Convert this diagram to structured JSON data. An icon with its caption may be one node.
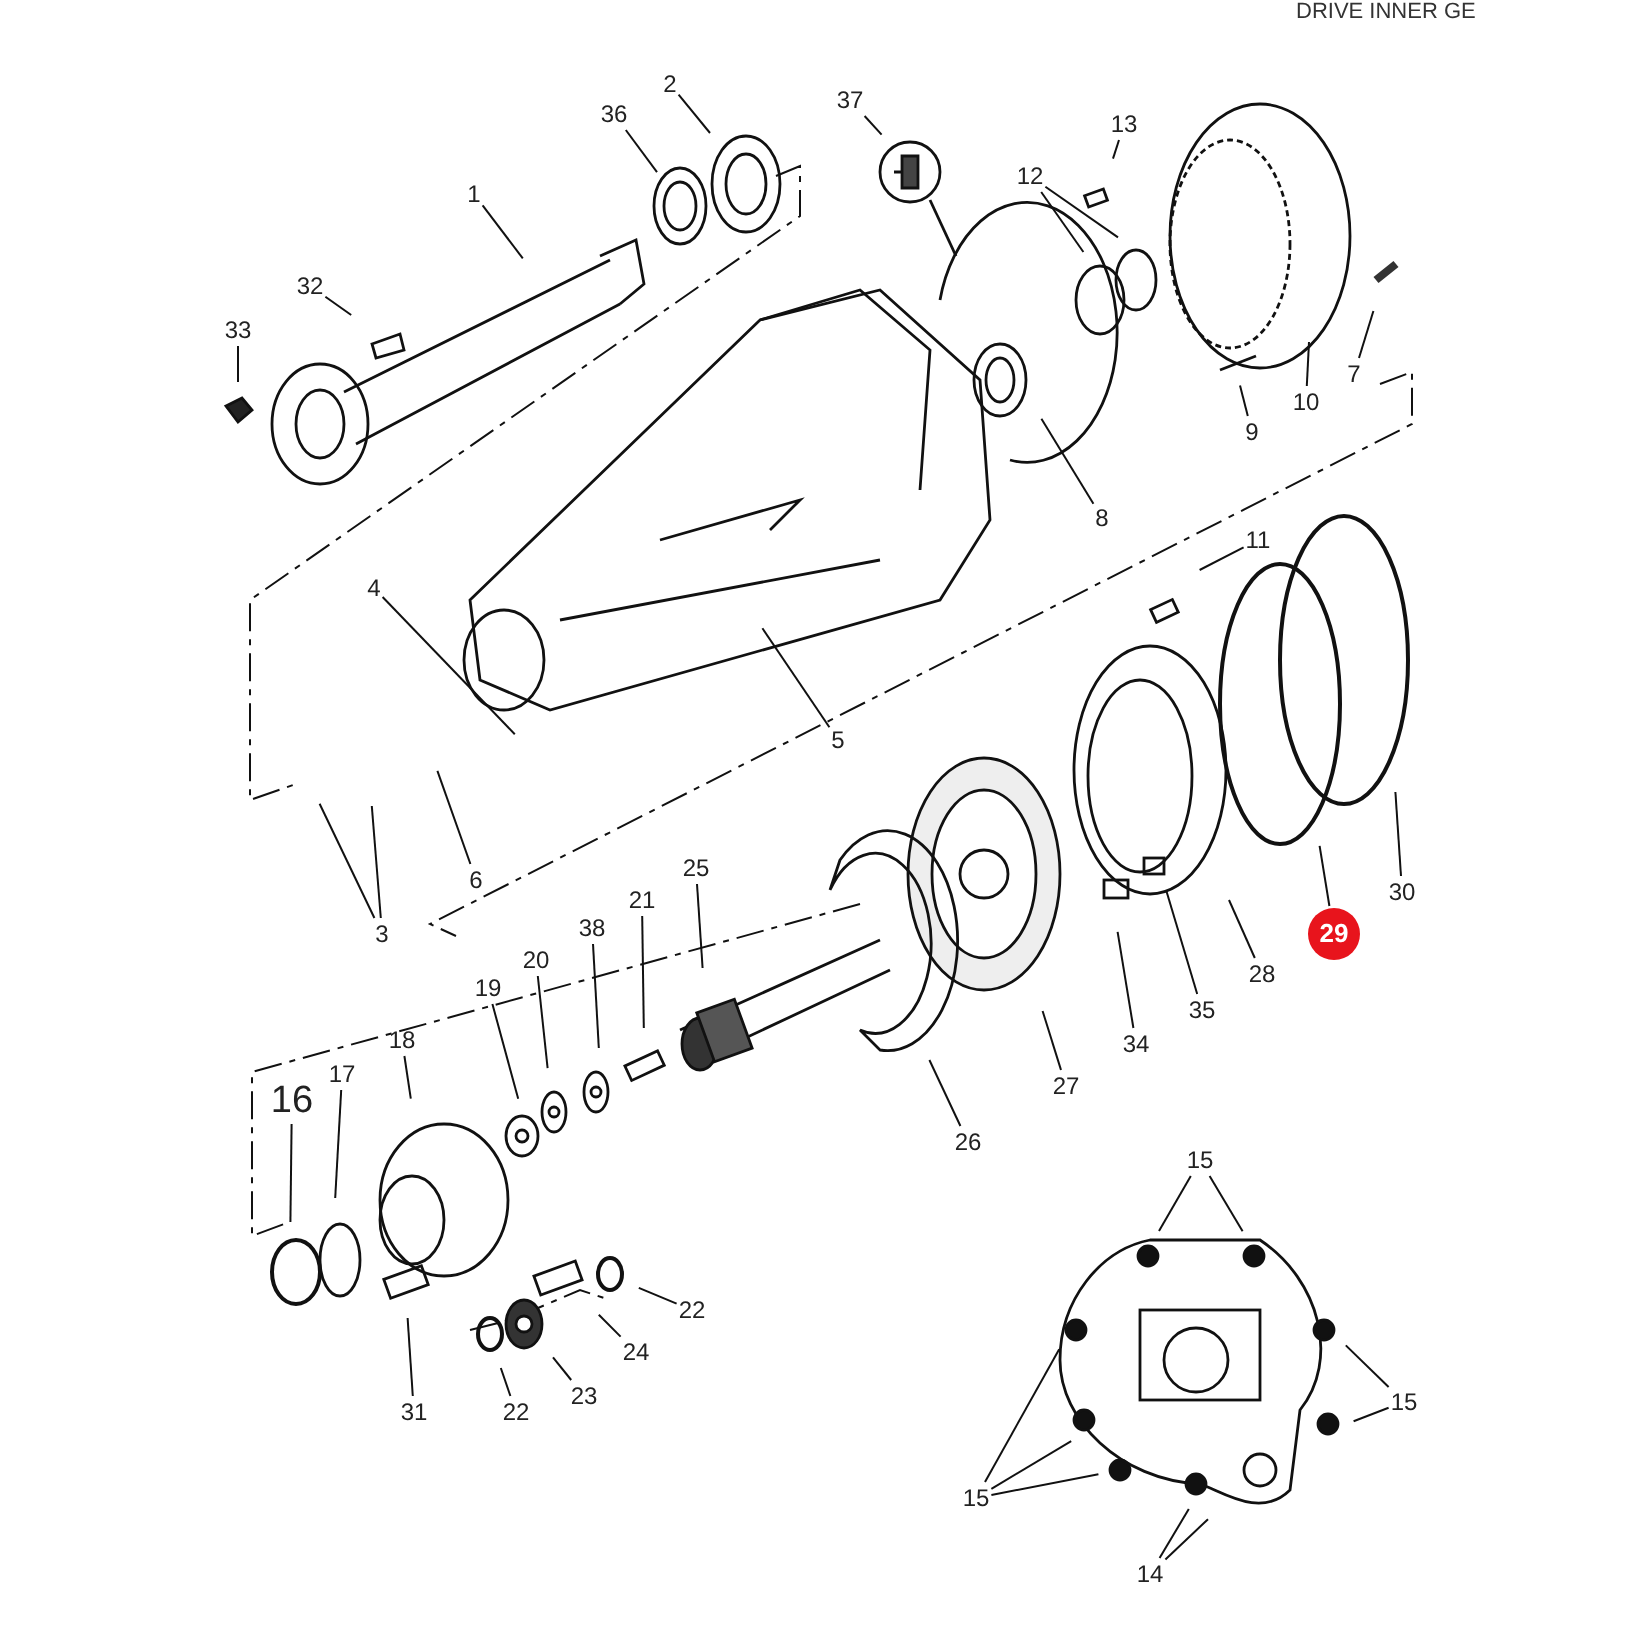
{
  "diagram": {
    "nodes": [
      {
        "text": [
          "37"
        ]
      },
      {
        "text": [
          "2"
        ]
      },
      {
        "text": [
          "36"
        ]
      },
      {
        "text": [
          "13"
        ]
      },
      {
        "text": [
          "12"
        ]
      },
      {
        "text": [
          "1"
        ]
      },
      {
        "text": [
          "32"
        ]
      },
      {
        "text": [
          "33"
        ]
      },
      {
        "text": [
          "7"
        ]
      },
      {
        "text": [
          "10"
        ]
      },
      {
        "text": [
          "9"
        ]
      },
      {
        "text": [
          "8"
        ]
      },
      {
        "text": [
          "11"
        ]
      },
      {
        "text": [
          "4"
        ]
      },
      {
        "text": [
          "5"
        ]
      },
      {
        "text": [
          "6"
        ]
      },
      {
        "text": [
          "25"
        ]
      },
      {
        "text": [
          "30"
        ]
      },
      {
        "text": [
          "21"
        ]
      },
      {
        "text": [
          "38"
        ]
      },
      {
        "text": [
          "3"
        ]
      },
      {
        "text": [
          "29"
        ]
      },
      {
        "text": [
          "20"
        ]
      },
      {
        "text": [
          "28"
        ]
      },
      {
        "text": [
          "19"
        ]
      },
      {
        "text": [
          "35"
        ]
      },
      {
        "text": [
          "18"
        ]
      },
      {
        "text": [
          "34"
        ]
      },
      {
        "text": [
          "17"
        ]
      },
      {
        "text": [
          "27"
        ]
      },
      {
        "text": [
          "16"
        ]
      },
      {
        "text": [
          "26"
        ]
      },
      {
        "text": [
          "15"
        ]
      },
      {
        "text": [
          "22"
        ]
      },
      {
        "text": [
          "24"
        ]
      },
      {
        "text": [
          "23"
        ]
      },
      {
        "text": [
          "15"
        ]
      },
      {
        "text": [
          "31"
        ]
      },
      {
        "text": [
          "22"
        ]
      },
      {
        "text": [
          "15"
        ]
      },
      {
        "text": [
          "14"
        ]
      }
    ],
    "edges": [
      {
        "from": 0,
        "to": null,
        "arrow": "none"
      },
      {
        "from": 1,
        "to": null,
        "arrow": "none"
      },
      {
        "from": 2,
        "to": null,
        "arrow": "none"
      },
      {
        "from": 3,
        "to": null,
        "arrow": "none"
      },
      {
        "from": 4,
        "to": null,
        "arrow": "none"
      },
      {
        "from": 4,
        "to": null,
        "arrow": "none"
      },
      {
        "from": 5,
        "to": null,
        "arrow": "none"
      },
      {
        "from": 6,
        "to": null,
        "arrow": "none"
      },
      {
        "from": 7,
        "to": null,
        "arrow": "none"
      },
      {
        "from": 8,
        "to": null,
        "arrow": "none"
      },
      {
        "from": 9,
        "to": null,
        "arrow": "none"
      },
      {
        "from": 10,
        "to": null,
        "arrow": "none"
      },
      {
        "from": 11,
        "to": null,
        "arrow": "none"
      },
      {
        "from": 12,
        "to": null,
        "arrow": "none"
      },
      {
        "from": 13,
        "to": null,
        "arrow": "none"
      },
      {
        "from": 14,
        "to": null,
        "arrow": "none"
      },
      {
        "from": 15,
        "to": null,
        "arrow": "none"
      },
      {
        "from": 16,
        "to": null,
        "arrow": "none"
      },
      {
        "from": 17,
        "to": null,
        "arrow": "none"
      },
      {
        "from": 18,
        "to": null,
        "arrow": "none"
      },
      {
        "from": 19,
        "to": null,
        "arrow": "none"
      },
      {
        "from": 20,
        "to": null,
        "arrow": "none"
      },
      {
        "from": 20,
        "to": null,
        "arrow": "none"
      },
      {
        "from": 21,
        "to": null,
        "arrow": "none"
      },
      {
        "from": 22,
        "to": null,
        "arrow": "none"
      },
      {
        "from": 23,
        "to": null,
        "arrow": "none"
      },
      {
        "from": 24,
        "to": null,
        "arrow": "none"
      },
      {
        "from": 25,
        "to": null,
        "arrow": "none"
      },
      {
        "from": 26,
        "to": null,
        "arrow": "none"
      },
      {
        "from": 27,
        "to": null,
        "arrow": "none"
      },
      {
        "from": 28,
        "to": null,
        "arrow": "none"
      },
      {
        "from": 29,
        "to": null,
        "arrow": "none"
      },
      {
        "from": 30,
        "to": null,
        "arrow": "none"
      },
      {
        "from": 31,
        "to": null,
        "arrow": "none"
      },
      {
        "from": 32,
        "to": null,
        "arrow": "none"
      },
      {
        "from": 32,
        "to": null,
        "arrow": "none"
      },
      {
        "from": 33,
        "to": null,
        "arrow": "none"
      },
      {
        "from": 34,
        "to": null,
        "arrow": "none"
      },
      {
        "from": 35,
        "to": null,
        "arrow": "none"
      },
      {
        "from": 36,
        "to": null,
        "arrow": "none"
      },
      {
        "from": 36,
        "to": null,
        "arrow": "none"
      },
      {
        "from": 37,
        "to": null,
        "arrow": "none"
      },
      {
        "from": 38,
        "to": null,
        "arrow": "none"
      },
      {
        "from": 39,
        "to": null,
        "arrow": "none"
      },
      {
        "from": 39,
        "to": null,
        "arrow": "none"
      },
      {
        "from": 39,
        "to": null,
        "arrow": "none"
      },
      {
        "from": 40,
        "to": null,
        "arrow": "none"
      },
      {
        "from": 40,
        "to": null,
        "arrow": "none"
      }
    ],
    "labels": [
      "DRIVE INNER GE"
    ]
  }
}
